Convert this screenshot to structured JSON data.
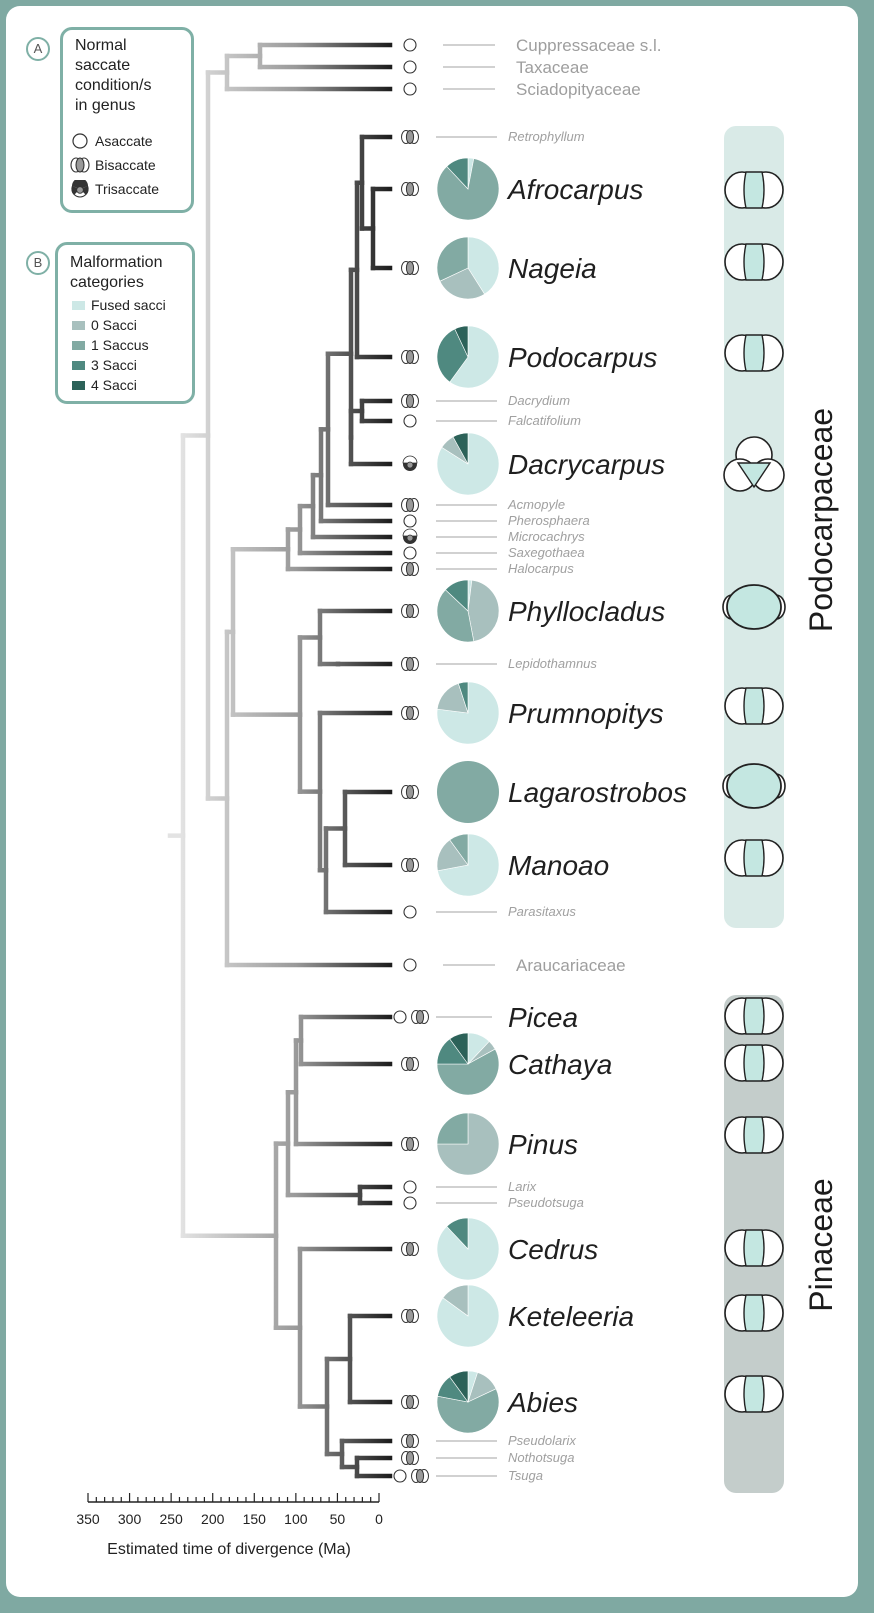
{
  "legend_a": {
    "letter": "A",
    "title": "Normal\nsaccate\ncondition/s\nin genus",
    "items": [
      {
        "label": "Asaccate",
        "icon": "asaccate-icon"
      },
      {
        "label": "Bisaccate",
        "icon": "bisaccate-icon"
      },
      {
        "label": "Trisaccate",
        "icon": "trisaccate-icon"
      }
    ]
  },
  "legend_b": {
    "letter": "B",
    "title": "Malformation\ncategories",
    "items": [
      {
        "label": "Fused sacci",
        "color": "#cde8e6"
      },
      {
        "label": "0 Sacci",
        "color": "#a8c0be"
      },
      {
        "label": "1 Saccus",
        "color": "#82aaa3"
      },
      {
        "label": "3 Sacci",
        "color": "#4f8980"
      },
      {
        "label": "4 Sacci",
        "color": "#2c6259"
      }
    ]
  },
  "clades": {
    "podocarpaceae": "Podocarpaceae",
    "pinaceae": "Pinaceae"
  },
  "axis": {
    "title": "Estimated time of divergence (Ma)",
    "ticks": [
      "350",
      "300",
      "250",
      "200",
      "150",
      "100",
      "50",
      "0"
    ]
  },
  "colors": {
    "frame": "#7fa9a2",
    "podocarpaceae_band": "#d9eae7",
    "pinaceae_band": "#c4cdcb",
    "grain_fill": "#c4e7e1"
  },
  "taxa": [
    {
      "name": "Cuppressaceae s.l.",
      "kind": "family",
      "condition": [
        "asaccate"
      ]
    },
    {
      "name": "Taxaceae",
      "kind": "family",
      "condition": [
        "asaccate"
      ]
    },
    {
      "name": "Sciadopityaceae",
      "kind": "family",
      "condition": [
        "asaccate"
      ]
    },
    {
      "name": "Retrophyllum",
      "kind": "minor",
      "condition": [
        "bisaccate"
      ]
    },
    {
      "name": "Afrocarpus",
      "kind": "major",
      "condition": [
        "bisaccate"
      ],
      "malformation": [
        0.03,
        0.0,
        0.85,
        0.12,
        0.0
      ]
    },
    {
      "name": "Nageia",
      "kind": "major",
      "condition": [
        "bisaccate"
      ],
      "malformation": [
        0.41,
        0.27,
        0.32,
        0.0,
        0.0
      ]
    },
    {
      "name": "Podocarpus",
      "kind": "major",
      "condition": [
        "bisaccate"
      ],
      "malformation": [
        0.6,
        0.0,
        0.0,
        0.33,
        0.07
      ]
    },
    {
      "name": "Dacrydium",
      "kind": "minor",
      "condition": [
        "bisaccate"
      ]
    },
    {
      "name": "Falcatifolium",
      "kind": "minor",
      "condition": [
        "asaccate"
      ]
    },
    {
      "name": "Dacrycarpus",
      "kind": "major",
      "condition": [
        "trisaccate"
      ],
      "malformation": [
        0.84,
        0.08,
        0.0,
        0.0,
        0.08
      ]
    },
    {
      "name": "Acmopyle",
      "kind": "minor",
      "condition": [
        "bisaccate"
      ]
    },
    {
      "name": "Pherosphaera",
      "kind": "minor",
      "condition": [
        "asaccate"
      ]
    },
    {
      "name": "Microcachrys",
      "kind": "minor",
      "condition": [
        "trisaccate"
      ]
    },
    {
      "name": "Saxegothaea",
      "kind": "minor",
      "condition": [
        "asaccate"
      ]
    },
    {
      "name": "Halocarpus",
      "kind": "minor",
      "condition": [
        "bisaccate"
      ]
    },
    {
      "name": "Phyllocladus",
      "kind": "major",
      "condition": [
        "bisaccate"
      ],
      "malformation": [
        0.02,
        0.45,
        0.4,
        0.13,
        0.0
      ]
    },
    {
      "name": "Lepidothamnus",
      "kind": "minor",
      "condition": [
        "bisaccate"
      ]
    },
    {
      "name": "Prumnopitys",
      "kind": "major",
      "condition": [
        "bisaccate"
      ],
      "malformation": [
        0.77,
        0.18,
        0.0,
        0.05,
        0.0
      ]
    },
    {
      "name": "Lagarostrobos",
      "kind": "major",
      "condition": [
        "bisaccate"
      ],
      "malformation": [
        0.0,
        0.0,
        1.0,
        0.0,
        0.0
      ]
    },
    {
      "name": "Manoao",
      "kind": "major",
      "condition": [
        "bisaccate"
      ],
      "malformation": [
        0.72,
        0.18,
        0.1,
        0.0,
        0.0
      ]
    },
    {
      "name": "Parasitaxus",
      "kind": "minor",
      "condition": [
        "asaccate"
      ]
    },
    {
      "name": "Araucariaceae",
      "kind": "family",
      "condition": [
        "asaccate"
      ]
    },
    {
      "name": "Picea",
      "kind": "major",
      "condition": [
        "asaccate",
        "bisaccate"
      ]
    },
    {
      "name": "Cathaya",
      "kind": "major",
      "condition": [
        "bisaccate"
      ],
      "malformation": [
        0.12,
        0.05,
        0.58,
        0.15,
        0.1
      ]
    },
    {
      "name": "Pinus",
      "kind": "major",
      "condition": [
        "bisaccate"
      ],
      "malformation": [
        0.0,
        0.75,
        0.25,
        0.0,
        0.0
      ]
    },
    {
      "name": "Larix",
      "kind": "minor",
      "condition": [
        "asaccate"
      ]
    },
    {
      "name": "Pseudotsuga",
      "kind": "minor",
      "condition": [
        "asaccate"
      ]
    },
    {
      "name": "Cedrus",
      "kind": "major",
      "condition": [
        "bisaccate"
      ],
      "malformation": [
        0.88,
        0.0,
        0.0,
        0.12,
        0.0
      ]
    },
    {
      "name": "Keteleeria",
      "kind": "major",
      "condition": [
        "bisaccate"
      ],
      "malformation": [
        0.85,
        0.15,
        0.0,
        0.0,
        0.0
      ]
    },
    {
      "name": "Abies",
      "kind": "major",
      "condition": [
        "bisaccate"
      ],
      "malformation": [
        0.05,
        0.13,
        0.6,
        0.12,
        0.1
      ]
    },
    {
      "name": "Pseudolarix",
      "kind": "minor",
      "condition": [
        "bisaccate"
      ]
    },
    {
      "name": "Nothotsuga",
      "kind": "minor",
      "condition": [
        "bisaccate"
      ]
    },
    {
      "name": "Tsuga",
      "kind": "minor",
      "condition": [
        "asaccate",
        "bisaccate"
      ]
    }
  ],
  "pollen_morphology": [
    {
      "genus": "Afrocarpus",
      "shape": "bisaccate"
    },
    {
      "genus": "Nageia",
      "shape": "bisaccate"
    },
    {
      "genus": "Podocarpus",
      "shape": "bisaccate"
    },
    {
      "genus": "Dacrycarpus",
      "shape": "trisaccate"
    },
    {
      "genus": "Phyllocladus",
      "shape": "bisaccate-reduced"
    },
    {
      "genus": "Prumnopitys",
      "shape": "bisaccate"
    },
    {
      "genus": "Lagarostrobos",
      "shape": "bisaccate-reduced"
    },
    {
      "genus": "Manoao",
      "shape": "bisaccate"
    },
    {
      "genus": "Picea",
      "shape": "bisaccate"
    },
    {
      "genus": "Cathaya",
      "shape": "bisaccate"
    },
    {
      "genus": "Pinus",
      "shape": "bisaccate"
    },
    {
      "genus": "Cedrus",
      "shape": "bisaccate"
    },
    {
      "genus": "Keteleeria",
      "shape": "bisaccate"
    },
    {
      "genus": "Abies",
      "shape": "bisaccate"
    }
  ]
}
